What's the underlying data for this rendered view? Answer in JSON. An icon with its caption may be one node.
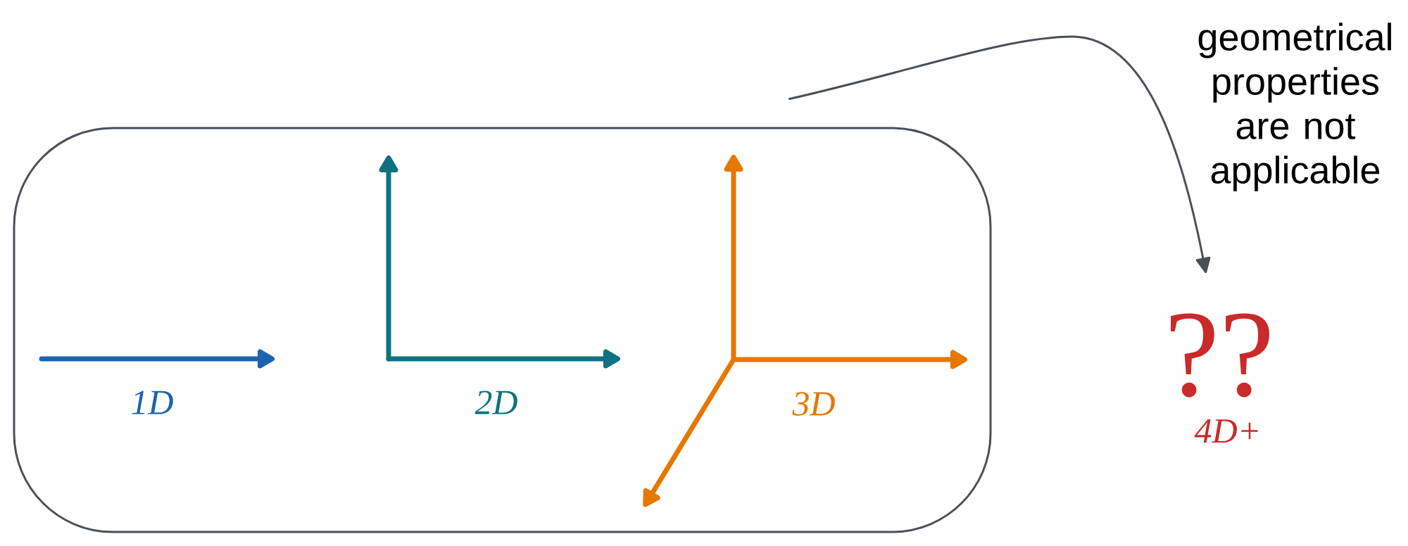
{
  "diagram": {
    "nodes": [
      {
        "text": [
          "1D",
          "2D",
          "3D"
        ]
      },
      {
        "text": [
          "??"
        ],
        "beside": [
          "4D+"
        ]
      }
    ],
    "edges": [
      {
        "from": 0,
        "to": 1,
        "arrow": "to",
        "label": "geometrical properties are not applicable"
      }
    ]
  }
}
